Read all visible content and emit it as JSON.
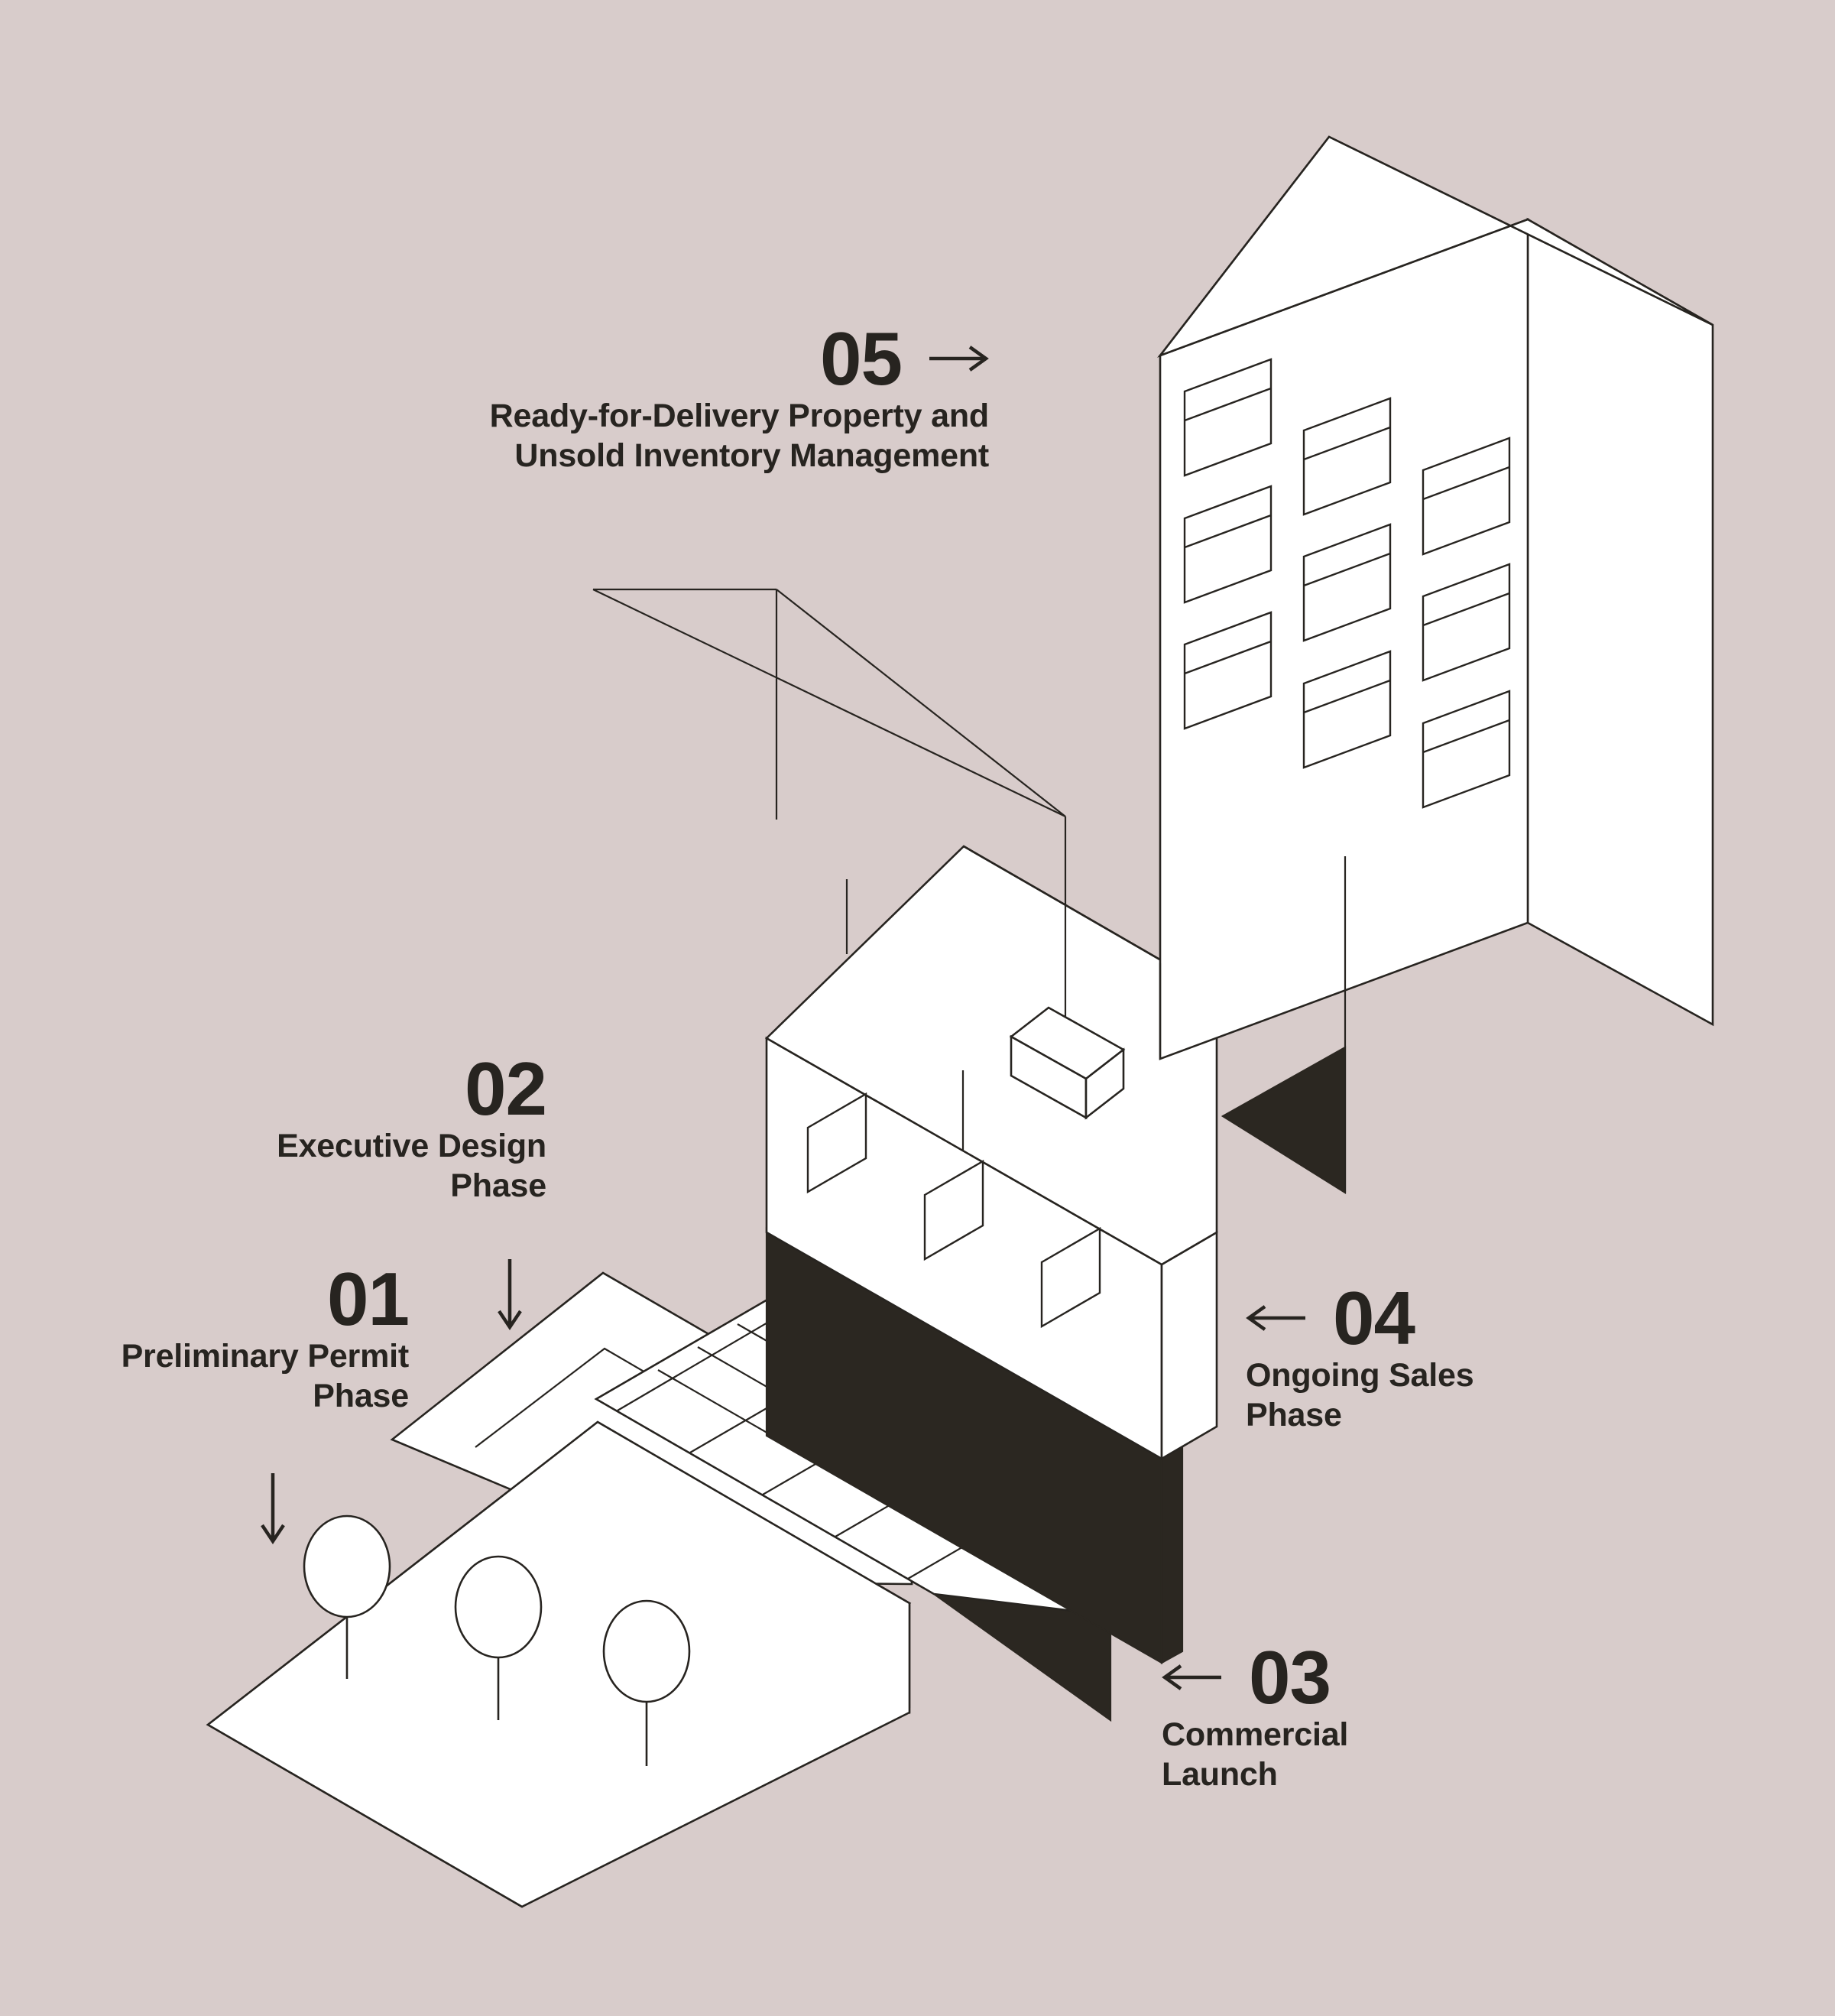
{
  "meta": {
    "title": "Real Estate Development Phases",
    "background_color": "#d8cccb",
    "ink_color": "#272420",
    "fill_white": "#ffffff",
    "fill_dark": "#2b2721"
  },
  "steps": [
    {
      "number": "01",
      "title": "Preliminary Permit\nPhase",
      "align": "right",
      "arrow": "arrow-down-icon"
    },
    {
      "number": "02",
      "title": "Executive Design\nPhase",
      "align": "right",
      "arrow": "arrow-down-icon"
    },
    {
      "number": "03",
      "title": "Commercial\nLaunch",
      "align": "left",
      "arrow": "arrow-left-icon"
    },
    {
      "number": "04",
      "title": "Ongoing Sales\nPhase",
      "align": "left",
      "arrow": "arrow-left-icon"
    },
    {
      "number": "05",
      "title": "Ready-for-Delivery Property and\nUnsold Inventory Management",
      "align": "right",
      "arrow": "arrow-right-icon"
    }
  ],
  "illustration": {
    "name": "isometric-building-development-diagram",
    "elements": [
      "site-plan-slab-with-trees",
      "drawing-grid-slab",
      "podium-base-block",
      "mid-rise-block",
      "tower-block",
      "tower-crane",
      "hoisted-module",
      "tree-1",
      "tree-2",
      "tree-3"
    ],
    "tree_count": 3,
    "tower_window_rows": 3,
    "tower_window_cols": 3,
    "midrise_window_count": 3
  }
}
